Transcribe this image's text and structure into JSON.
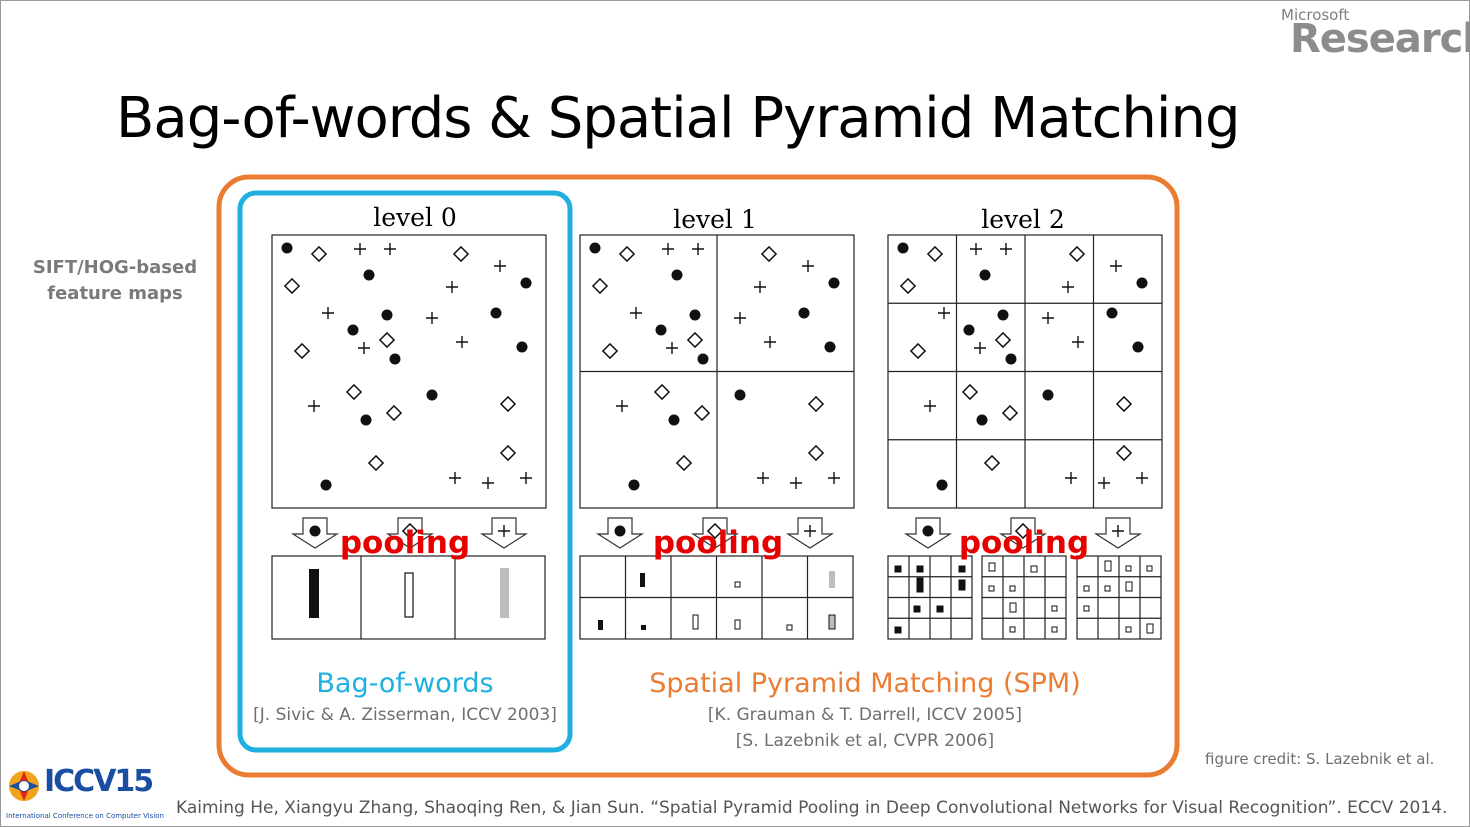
{
  "branding": {
    "ms_small": "Microsoft",
    "ms_big": "Research"
  },
  "title": "Bag-of-words & Spatial Pyramid Matching",
  "side_label": [
    "SIFT/HOG-based",
    "feature maps"
  ],
  "levels": [
    "level 0",
    "level 1",
    "level 2"
  ],
  "pooling_label": "pooling",
  "bow": {
    "name": "Bag-of-words",
    "citation": "[J. Sivic & A. Zisserman, ICCV 2003]"
  },
  "spm": {
    "name": "Spatial Pyramid Matching (SPM)",
    "citation1": "[K. Grauman & T. Darrell, ICCV 2005]",
    "citation2": "[S. Lazebnik et al, CVPR 2006]"
  },
  "figure_credit": "figure credit: S. Lazebnik et al.",
  "footer": "Kaiming He, Xiangyu Zhang, Shaoqing Ren, & Jian Sun. “Spatial Pyramid Pooling in Deep Convolutional Networks for Visual Recognition”. ECCV 2014.",
  "conference_logo": {
    "word": "ICCV15",
    "subtitle": "International Conference on Computer Vision"
  },
  "colors": {
    "spm_accent": "#ea7c33",
    "bow_accent": "#1fb0e0",
    "pooling": "#e60000"
  },
  "feature_types": [
    "dot",
    "diamond",
    "cross"
  ]
}
